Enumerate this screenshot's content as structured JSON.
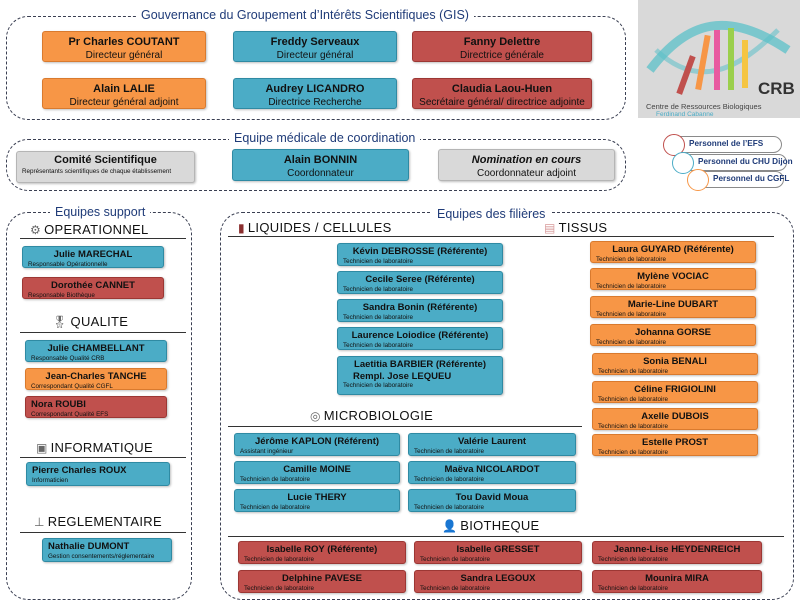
{
  "governance": {
    "title": "Gouvernance du Groupement d’Intérêts Scientifiques (GIS)",
    "cards": [
      {
        "name": "Pr Charles COUTANT",
        "role": "Directeur général"
      },
      {
        "name": "Freddy Serveaux",
        "role": "Directeur général"
      },
      {
        "name": "Fanny Delettre",
        "role": "Directrice générale"
      },
      {
        "name": "Alain LALIE",
        "role": "Directeur général adjoint"
      },
      {
        "name": "Audrey LICANDRO",
        "role": "Directrice Recherche"
      },
      {
        "name": "Claudia Laou-Huen",
        "role": "Secrétaire général/ directrice adjointe"
      }
    ]
  },
  "logo": {
    "acronym": "CRB",
    "line1": "Centre de Ressources Biologiques",
    "line2": "Ferdinand Cabanne"
  },
  "legend": [
    {
      "label": "Personnel de l’EFS",
      "color": "#c0504d"
    },
    {
      "label": "Personnel du CHU Dijon",
      "color": "#4bacc6"
    },
    {
      "label": "Personnel du CGFL",
      "color": "#f79646"
    }
  ],
  "medical": {
    "title": "Equipe médicale de coordination",
    "comite": {
      "name": "Comité Scientifique",
      "role": "Représentants scientifiques de chaque établissement"
    },
    "coordinator": {
      "name": "Alain BONNIN",
      "role": "Coordonnateur"
    },
    "adjoint": {
      "name": "Nomination en cours",
      "role": "Coordonnateur adjoint"
    }
  },
  "support": {
    "title": "Equipes support",
    "operationnel": {
      "heading": "OPERATIONNEL",
      "cards": [
        {
          "name": "Julie MARECHAL",
          "role": "Responsable Opérationnelle"
        },
        {
          "name": "Dorothée CANNET",
          "role": "Responsable Biothèque"
        }
      ]
    },
    "qualite": {
      "heading": "QUALITE",
      "cards": [
        {
          "name": "Julie CHAMBELLANT",
          "role": "Responsable Qualité CRB"
        },
        {
          "name": "Jean-Charles TANCHE",
          "role": "Correspondant Qualité CGFL"
        },
        {
          "name": "Nora ROUBI",
          "role": "Correspondant Qualité EFS"
        }
      ]
    },
    "informatique": {
      "heading": "INFORMATIQUE",
      "cards": [
        {
          "name": "Pierre Charles ROUX",
          "role": "Informaticien"
        }
      ]
    },
    "reglementaire": {
      "heading": "REGLEMENTAIRE",
      "cards": [
        {
          "name": "Nathalie DUMONT",
          "role": "Gestion consentements/réglementaire"
        }
      ]
    }
  },
  "filieres": {
    "title": "Equipes des filières",
    "liquides": {
      "heading": "LIQUIDES / CELLULES",
      "cards": [
        {
          "name": "Kévin DEBROSSE (Référente)",
          "role": "Technicien de laboratoire"
        },
        {
          "name": "Cecile Seree (Référente)",
          "role": "Technicien de laboratoire"
        },
        {
          "name": "Sandra Bonin (Référente)",
          "role": "Technicien de laboratoire"
        },
        {
          "name": "Laurence Loiodice (Référente)",
          "role": "Technicien de laboratoire"
        },
        {
          "name": "Laetitia BARBIER (Référente)",
          "name2": "Rempl. Jose LEQUEU",
          "role": "Technicien de laboratoire"
        }
      ]
    },
    "tissus": {
      "heading": "TISSUS",
      "cards": [
        {
          "name": "Laura GUYARD (Référente)",
          "role": "Technicien de laboratoire"
        },
        {
          "name": "Mylène VOCIAC",
          "role": "Technicien de laboratoire"
        },
        {
          "name": "Marie-Line DUBART",
          "role": "Technicien de laboratoire"
        },
        {
          "name": "Johanna GORSE",
          "role": "Technicien de laboratoire"
        },
        {
          "name": "Sonia BENALI",
          "role": "Technicien de laboratoire"
        },
        {
          "name": "Céline FRIGIOLINI",
          "role": "Technicien de laboratoire"
        },
        {
          "name": "Axelle DUBOIS",
          "role": "Technicien de laboratoire"
        },
        {
          "name": "Estelle PROST",
          "role": "Technicien de laboratoire"
        }
      ]
    },
    "micro": {
      "heading": "MICROBIOLOGIE",
      "cards": [
        {
          "name": "Jérôme KAPLON (Référent)",
          "role": "Assistant ingénieur"
        },
        {
          "name": "Valérie Laurent",
          "role": "Technicien de laboratoire"
        },
        {
          "name": "Camille MOINE",
          "role": "Technicien de laboratoire"
        },
        {
          "name": "Maëva NICOLARDOT",
          "role": "Technicien de laboratoire"
        },
        {
          "name": "Lucie THERY",
          "role": "Technicien de laboratoire"
        },
        {
          "name": "Tou David Moua",
          "role": "Technicien de laboratoire"
        }
      ]
    },
    "biotheque": {
      "heading": "BIOTHEQUE",
      "cards": [
        {
          "name": "Isabelle ROY (Référente)",
          "role": "Technicien de laboratoire"
        },
        {
          "name": "Isabelle GRESSET",
          "role": "Technicien de laboratoire"
        },
        {
          "name": "Jeanne-Lise HEYDENREICH",
          "role": "Technicien de laboratoire"
        },
        {
          "name": "Delphine PAVESE",
          "role": "Technicien de laboratoire"
        },
        {
          "name": "Sandra LEGOUX",
          "role": "Technicien de laboratoire"
        },
        {
          "name": "Mounira MIRA",
          "role": "Technicien de laboratoire"
        }
      ]
    }
  }
}
